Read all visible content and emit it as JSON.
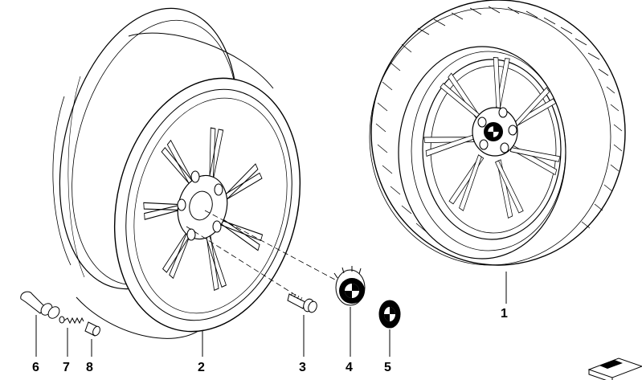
{
  "diagram": {
    "callouts": [
      {
        "id": "c1",
        "label": "1",
        "part": "tyre-mounted-wheel"
      },
      {
        "id": "c2",
        "label": "2",
        "part": "alloy-rim"
      },
      {
        "id": "c3",
        "label": "3",
        "part": "wheel-bolt"
      },
      {
        "id": "c4",
        "label": "4",
        "part": "hub-cap"
      },
      {
        "id": "c5",
        "label": "5",
        "part": "emblem"
      },
      {
        "id": "c6",
        "label": "6",
        "part": "tire-valve"
      },
      {
        "id": "c7",
        "label": "7",
        "part": "valve-core"
      },
      {
        "id": "c8",
        "label": "8",
        "part": "valve-cap"
      }
    ],
    "line_color": "#000000",
    "background": "#ffffff"
  }
}
